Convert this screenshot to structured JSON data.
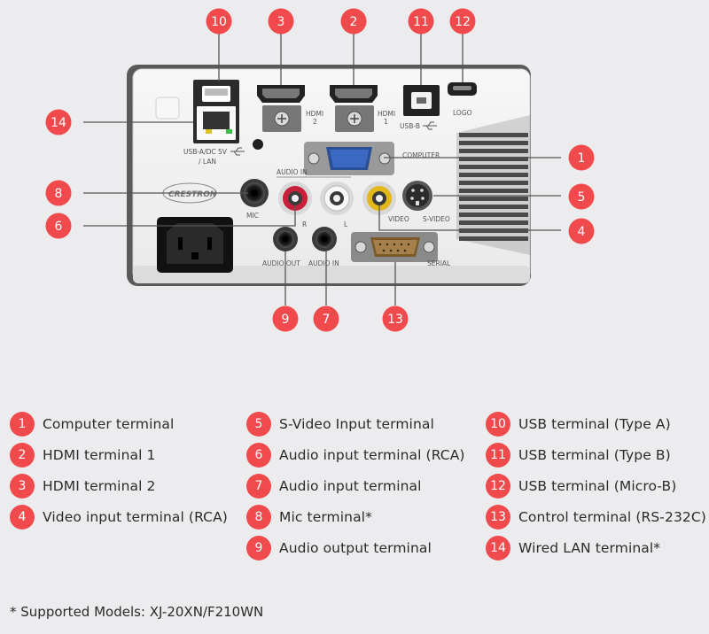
{
  "panel_labels": {
    "usb_a_lan": [
      "USB-A/DC 5V",
      "/ LAN"
    ],
    "hdmi2": [
      "HDMI",
      "2"
    ],
    "hdmi1": [
      "HDMI",
      "1"
    ],
    "usb_b": "USB-B",
    "logo": "LOGO",
    "computer": "COMPUTER",
    "audio_in_group": "AUDIO IN",
    "crestron": "CRESTRON",
    "mic": "MIC",
    "r": "R",
    "l": "L",
    "video": "VIDEO",
    "s_video": "S-VIDEO",
    "audio_out": "AUDIO OUT",
    "audio_in": "AUDIO IN",
    "serial": "SERIAL"
  },
  "callouts": [
    "1",
    "2",
    "3",
    "4",
    "5",
    "6",
    "7",
    "8",
    "9",
    "10",
    "11",
    "12",
    "13",
    "14"
  ],
  "legend": [
    {
      "num": "1",
      "label": "Computer terminal"
    },
    {
      "num": "2",
      "label": "HDMI terminal 1"
    },
    {
      "num": "3",
      "label": "HDMI terminal 2"
    },
    {
      "num": "4",
      "label": "Video input terminal (RCA)"
    },
    {
      "num": "5",
      "label": "S-Video Input terminal"
    },
    {
      "num": "6",
      "label": "Audio input terminal (RCA)"
    },
    {
      "num": "7",
      "label": "Audio input terminal"
    },
    {
      "num": "8",
      "label": "Mic terminal*"
    },
    {
      "num": "9",
      "label": "Audio output terminal"
    },
    {
      "num": "10",
      "label": "USB terminal (Type A)"
    },
    {
      "num": "11",
      "label": "USB terminal (Type B)"
    },
    {
      "num": "12",
      "label": "USB terminal (Micro-B)"
    },
    {
      "num": "13",
      "label": "Control terminal (RS-232C)"
    },
    {
      "num": "14",
      "label": "Wired LAN terminal*"
    }
  ],
  "footnote": "* Supported Models: XJ-20XN/F210WN",
  "colors": {
    "badge": "#f04a4c",
    "background": "#ececee",
    "panel": "#f3f3f3",
    "rca_red": "#c8203a",
    "rca_white": "#f5f5f5",
    "rca_yellow": "#e2b81a"
  }
}
